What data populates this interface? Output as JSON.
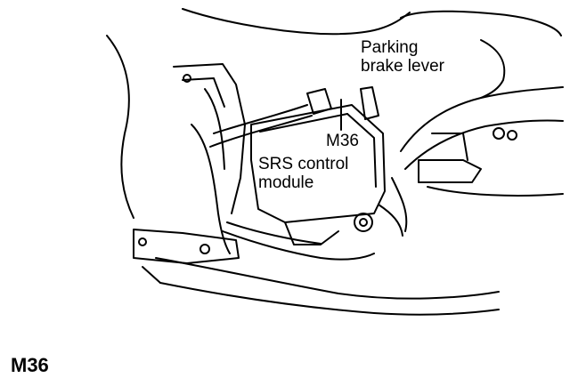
{
  "figure_id": "M36",
  "callouts": {
    "parking_brake": [
      "Parking",
      "brake lever"
    ],
    "connector": "M36",
    "module": [
      "SRS control",
      "module"
    ]
  },
  "colors": {
    "ink": "#000000",
    "paper": "#ffffff"
  }
}
